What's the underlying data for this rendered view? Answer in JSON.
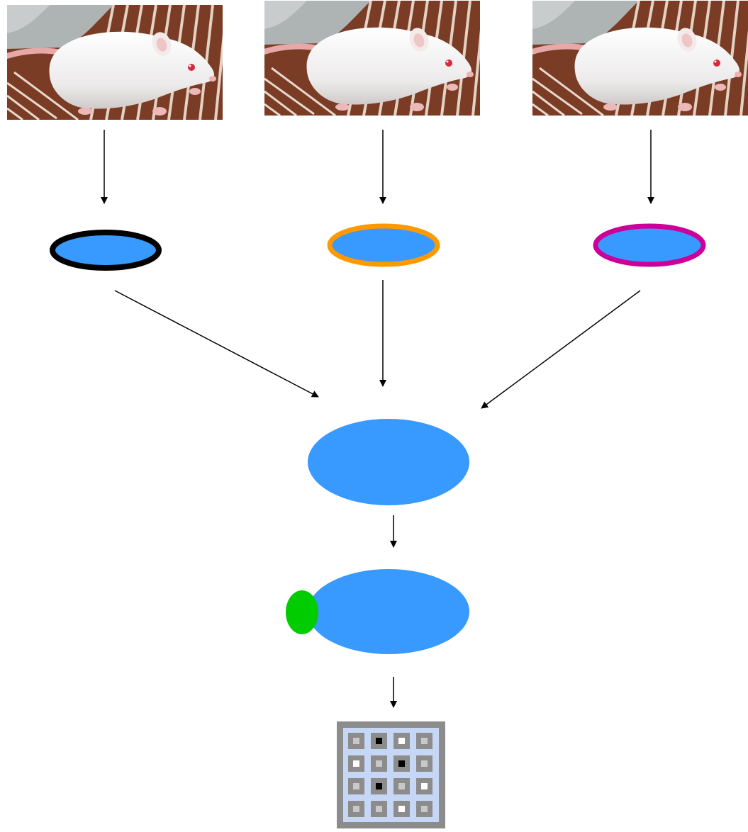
{
  "colors": {
    "background": "#ffffff",
    "dish_fill": "#3899ff",
    "dish_outline_1": "#000000",
    "dish_outline_2": "#ff9900",
    "dish_outline_3": "#cc0099",
    "pooled_fill": "#3899ff",
    "attachment_fill": "#00cc00",
    "arrow": "#000000",
    "grid_frame": "#8c8c8c",
    "grid_bg": "#c6d6f5",
    "grid_cell": "#8c8c8c",
    "spot_black": "#000000",
    "spot_white": "#ffffff",
    "spot_gray": "#c8c8c8"
  },
  "icons": {
    "mouse_photo": "white-mouse-photo",
    "arrow": "down-arrow"
  },
  "sources": [
    {
      "name": "mouse-1",
      "dish_outline": "black"
    },
    {
      "name": "mouse-2",
      "dish_outline": "orange"
    },
    {
      "name": "mouse-3",
      "dish_outline": "magenta"
    }
  ],
  "grid_spots": [
    [
      "gray",
      "black",
      "white",
      "gray"
    ],
    [
      "white",
      "gray",
      "black",
      "gray"
    ],
    [
      "gray",
      "black",
      "gray",
      "white"
    ],
    [
      "gray",
      "gray",
      "white",
      "gray"
    ]
  ]
}
